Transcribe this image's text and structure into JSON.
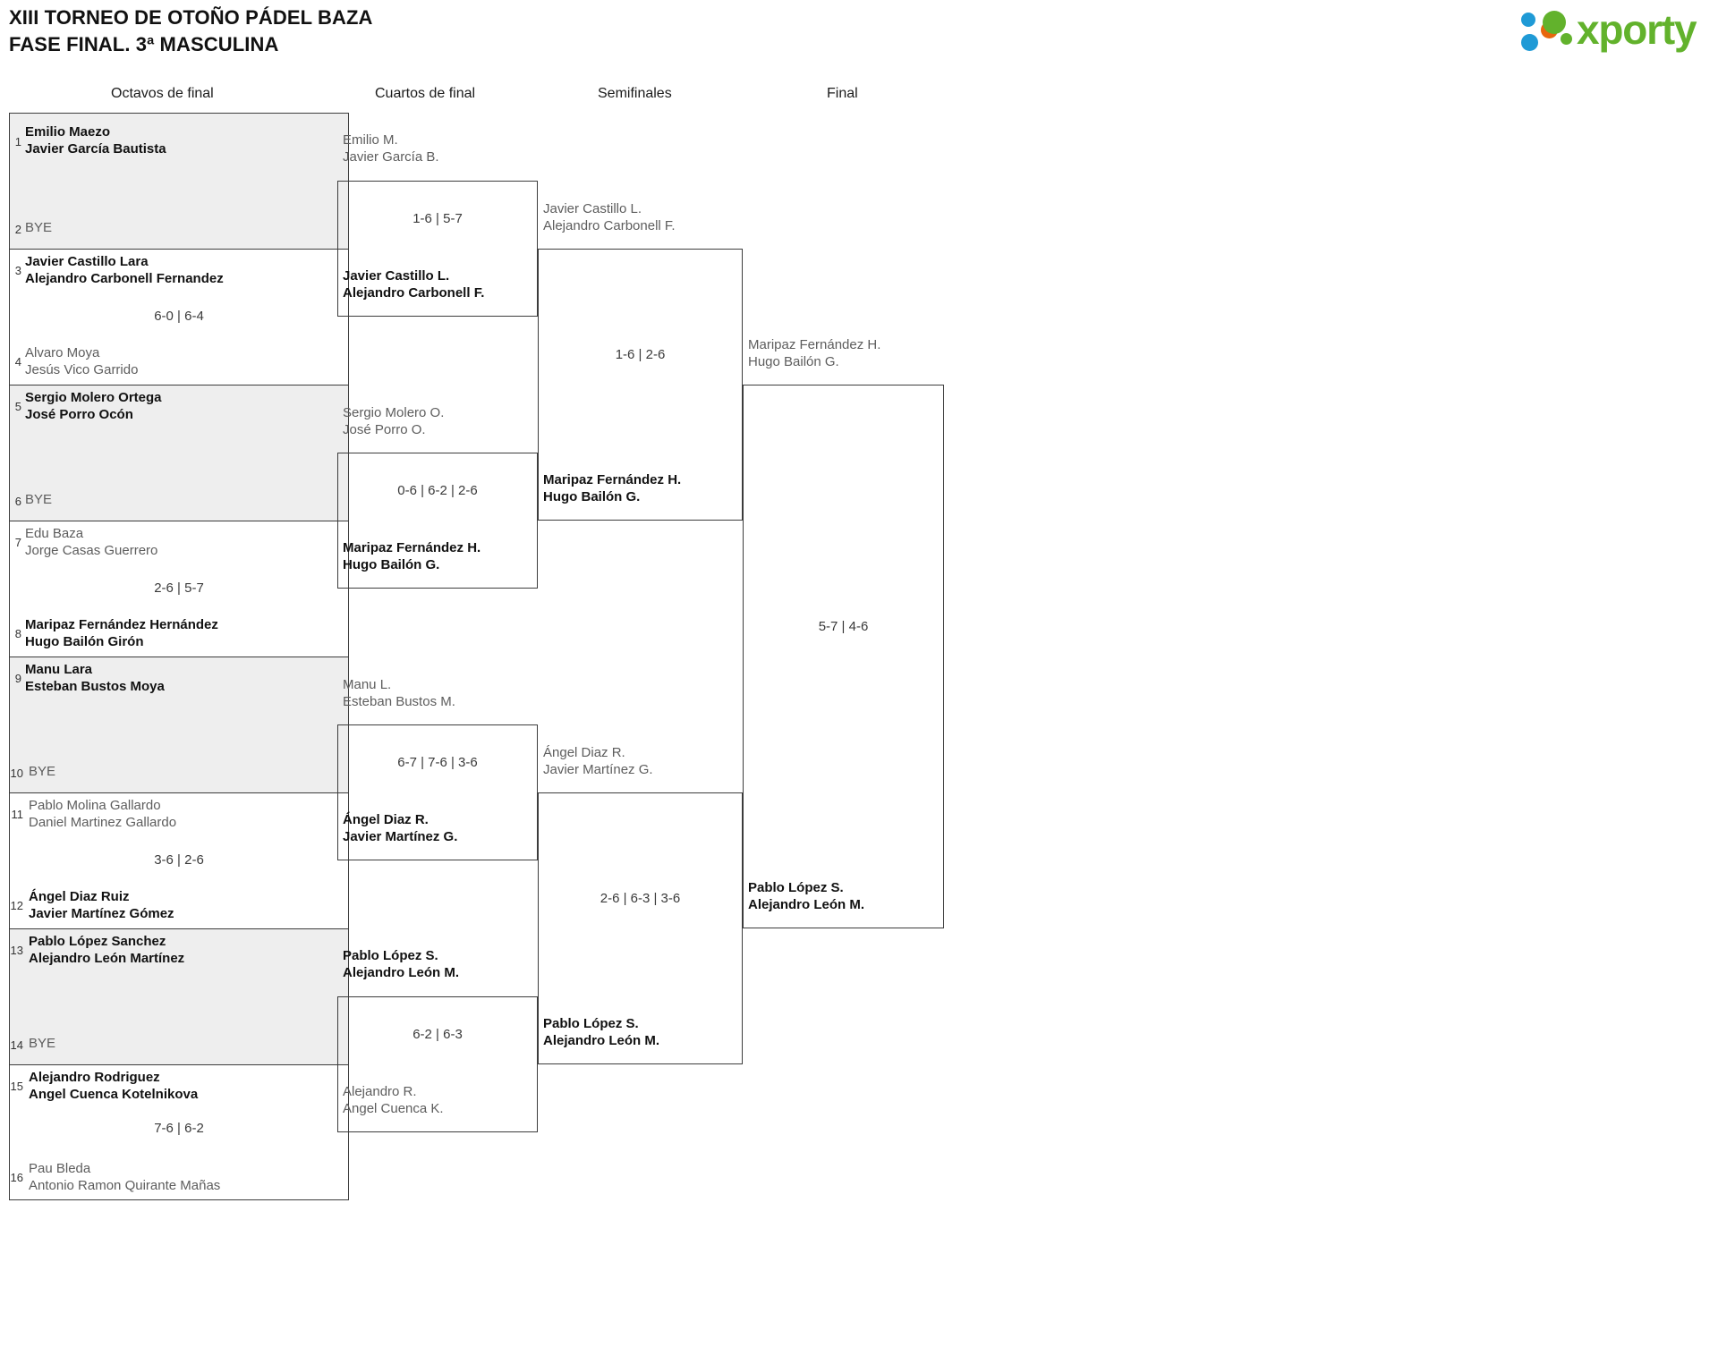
{
  "header": {
    "title_line1": "XIII TORNEO DE OTOÑO PÁDEL BAZA",
    "title_line2": "FASE FINAL. 3ª MASCULINA",
    "logo_text": "xporty",
    "logo_colors": {
      "green": "#62b22c",
      "blue": "#1f9ad6",
      "orange": "#e8660c"
    }
  },
  "rounds": [
    {
      "id": "round-of-16",
      "label": "Octavos de final"
    },
    {
      "id": "quarterfinals",
      "label": "Cuartos de final"
    },
    {
      "id": "semifinals",
      "label": "Semifinales"
    },
    {
      "id": "final",
      "label": "Final"
    }
  ],
  "round_of_16": {
    "matches": [
      {
        "score": "",
        "top": {
          "seed": "1",
          "p1": "Emilio Maezo",
          "p2": "Javier García Bautista",
          "winner": true
        },
        "bottom": {
          "seed": "2",
          "p1": "BYE",
          "p2": "",
          "winner": false
        }
      },
      {
        "score": "6-0 | 6-4",
        "top": {
          "seed": "3",
          "p1": "Javier Castillo Lara",
          "p2": "Alejandro Carbonell Fernandez",
          "winner": true
        },
        "bottom": {
          "seed": "4",
          "p1": "Alvaro Moya",
          "p2": "Jesús Vico Garrido",
          "winner": false
        }
      },
      {
        "score": "",
        "top": {
          "seed": "5",
          "p1": "Sergio Molero Ortega",
          "p2": "José Porro Ocón",
          "winner": true
        },
        "bottom": {
          "seed": "6",
          "p1": "BYE",
          "p2": "",
          "winner": false
        }
      },
      {
        "score": "2-6 | 5-7",
        "top": {
          "seed": "7",
          "p1": "Edu Baza",
          "p2": "Jorge Casas Guerrero",
          "winner": false
        },
        "bottom": {
          "seed": "8",
          "p1": "Maripaz Fernández Hernández",
          "p2": "Hugo Bailón Girón",
          "winner": true
        }
      },
      {
        "score": "",
        "top": {
          "seed": "9",
          "p1": "Manu Lara",
          "p2": "Esteban Bustos Moya",
          "winner": true
        },
        "bottom": {
          "seed": "10",
          "p1": "BYE",
          "p2": "",
          "winner": false
        }
      },
      {
        "score": "3-6 | 2-6",
        "top": {
          "seed": "11",
          "p1": "Pablo Molina Gallardo",
          "p2": "Daniel Martinez Gallardo",
          "winner": false
        },
        "bottom": {
          "seed": "12",
          "p1": "Ángel Diaz Ruiz",
          "p2": "Javier Martínez Gómez",
          "winner": true
        }
      },
      {
        "score": "",
        "top": {
          "seed": "13",
          "p1": "Pablo López Sanchez",
          "p2": "Alejandro León Martínez",
          "winner": true
        },
        "bottom": {
          "seed": "14",
          "p1": "BYE",
          "p2": "",
          "winner": false
        }
      },
      {
        "score": "7-6 | 6-2",
        "top": {
          "seed": "15",
          "p1": "Alejandro Rodriguez",
          "p2": "Angel Cuenca Kotelnikova",
          "winner": true
        },
        "bottom": {
          "seed": "16",
          "p1": "Pau Bleda",
          "p2": "Antonio Ramon Quirante Mañas",
          "winner": false
        }
      }
    ]
  },
  "quarterfinals": {
    "matches": [
      {
        "score": "1-6 | 5-7",
        "top": {
          "p1": "Emilio M.",
          "p2": "Javier García B.",
          "winner": false
        },
        "bottom": {
          "p1": "Javier Castillo L.",
          "p2": "Alejandro Carbonell F.",
          "winner": true
        }
      },
      {
        "score": "0-6 | 6-2 | 2-6",
        "top": {
          "p1": "Sergio Molero O.",
          "p2": "José Porro O.",
          "winner": false
        },
        "bottom": {
          "p1": "Maripaz Fernández H.",
          "p2": "Hugo Bailón G.",
          "winner": true
        }
      },
      {
        "score": "6-7 | 7-6 | 3-6",
        "top": {
          "p1": "Manu L.",
          "p2": "Esteban Bustos M.",
          "winner": false
        },
        "bottom": {
          "p1": "Ángel Diaz R.",
          "p2": "Javier Martínez G.",
          "winner": true
        }
      },
      {
        "score": "6-2 | 6-3",
        "top": {
          "p1": "Pablo López S.",
          "p2": "Alejandro León M.",
          "winner": true
        },
        "bottom": {
          "p1": "Alejandro R.",
          "p2": "Angel Cuenca K.",
          "winner": false
        }
      }
    ]
  },
  "semifinals": {
    "matches": [
      {
        "score": "1-6 | 2-6",
        "top": {
          "p1": "Javier Castillo L.",
          "p2": "Alejandro Carbonell F.",
          "winner": false
        },
        "bottom": {
          "p1": "Maripaz Fernández H.",
          "p2": "Hugo Bailón G.",
          "winner": true
        }
      },
      {
        "score": "2-6 | 6-3 | 3-6",
        "top": {
          "p1": "Ángel Diaz R.",
          "p2": "Javier Martínez G.",
          "winner": false
        },
        "bottom": {
          "p1": "Pablo López S.",
          "p2": "Alejandro León M.",
          "winner": true
        }
      }
    ]
  },
  "final": {
    "matches": [
      {
        "score": "5-7 | 4-6",
        "top": {
          "p1": "Maripaz Fernández H.",
          "p2": "Hugo Bailón G.",
          "winner": false
        },
        "bottom": {
          "p1": "Pablo López S.",
          "p2": "Alejandro León M.",
          "winner": true
        }
      }
    ]
  }
}
